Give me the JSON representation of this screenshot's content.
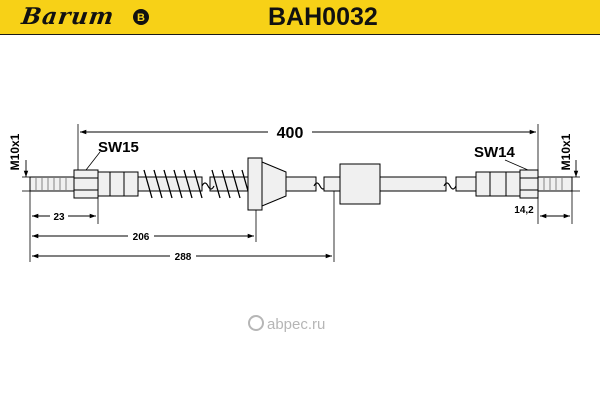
{
  "header": {
    "brand": "Barum",
    "brand_badge": "B",
    "part_number": "BAH0032"
  },
  "drawing": {
    "total_length": "400",
    "left_thread": "M10x1",
    "right_thread": "M10x1",
    "left_wrench": "SW15",
    "right_wrench": "SW14",
    "dim_left_fitting": "23",
    "dim_spring_end": "206",
    "dim_collar": "288",
    "dim_right_fitting": "14,2"
  },
  "watermark": {
    "text": "abpec.ru"
  },
  "colors": {
    "header_bg": "#f7d117",
    "line": "#000000",
    "hose_fill": "#f0f0f0",
    "watermark": "#b6b6b6"
  }
}
